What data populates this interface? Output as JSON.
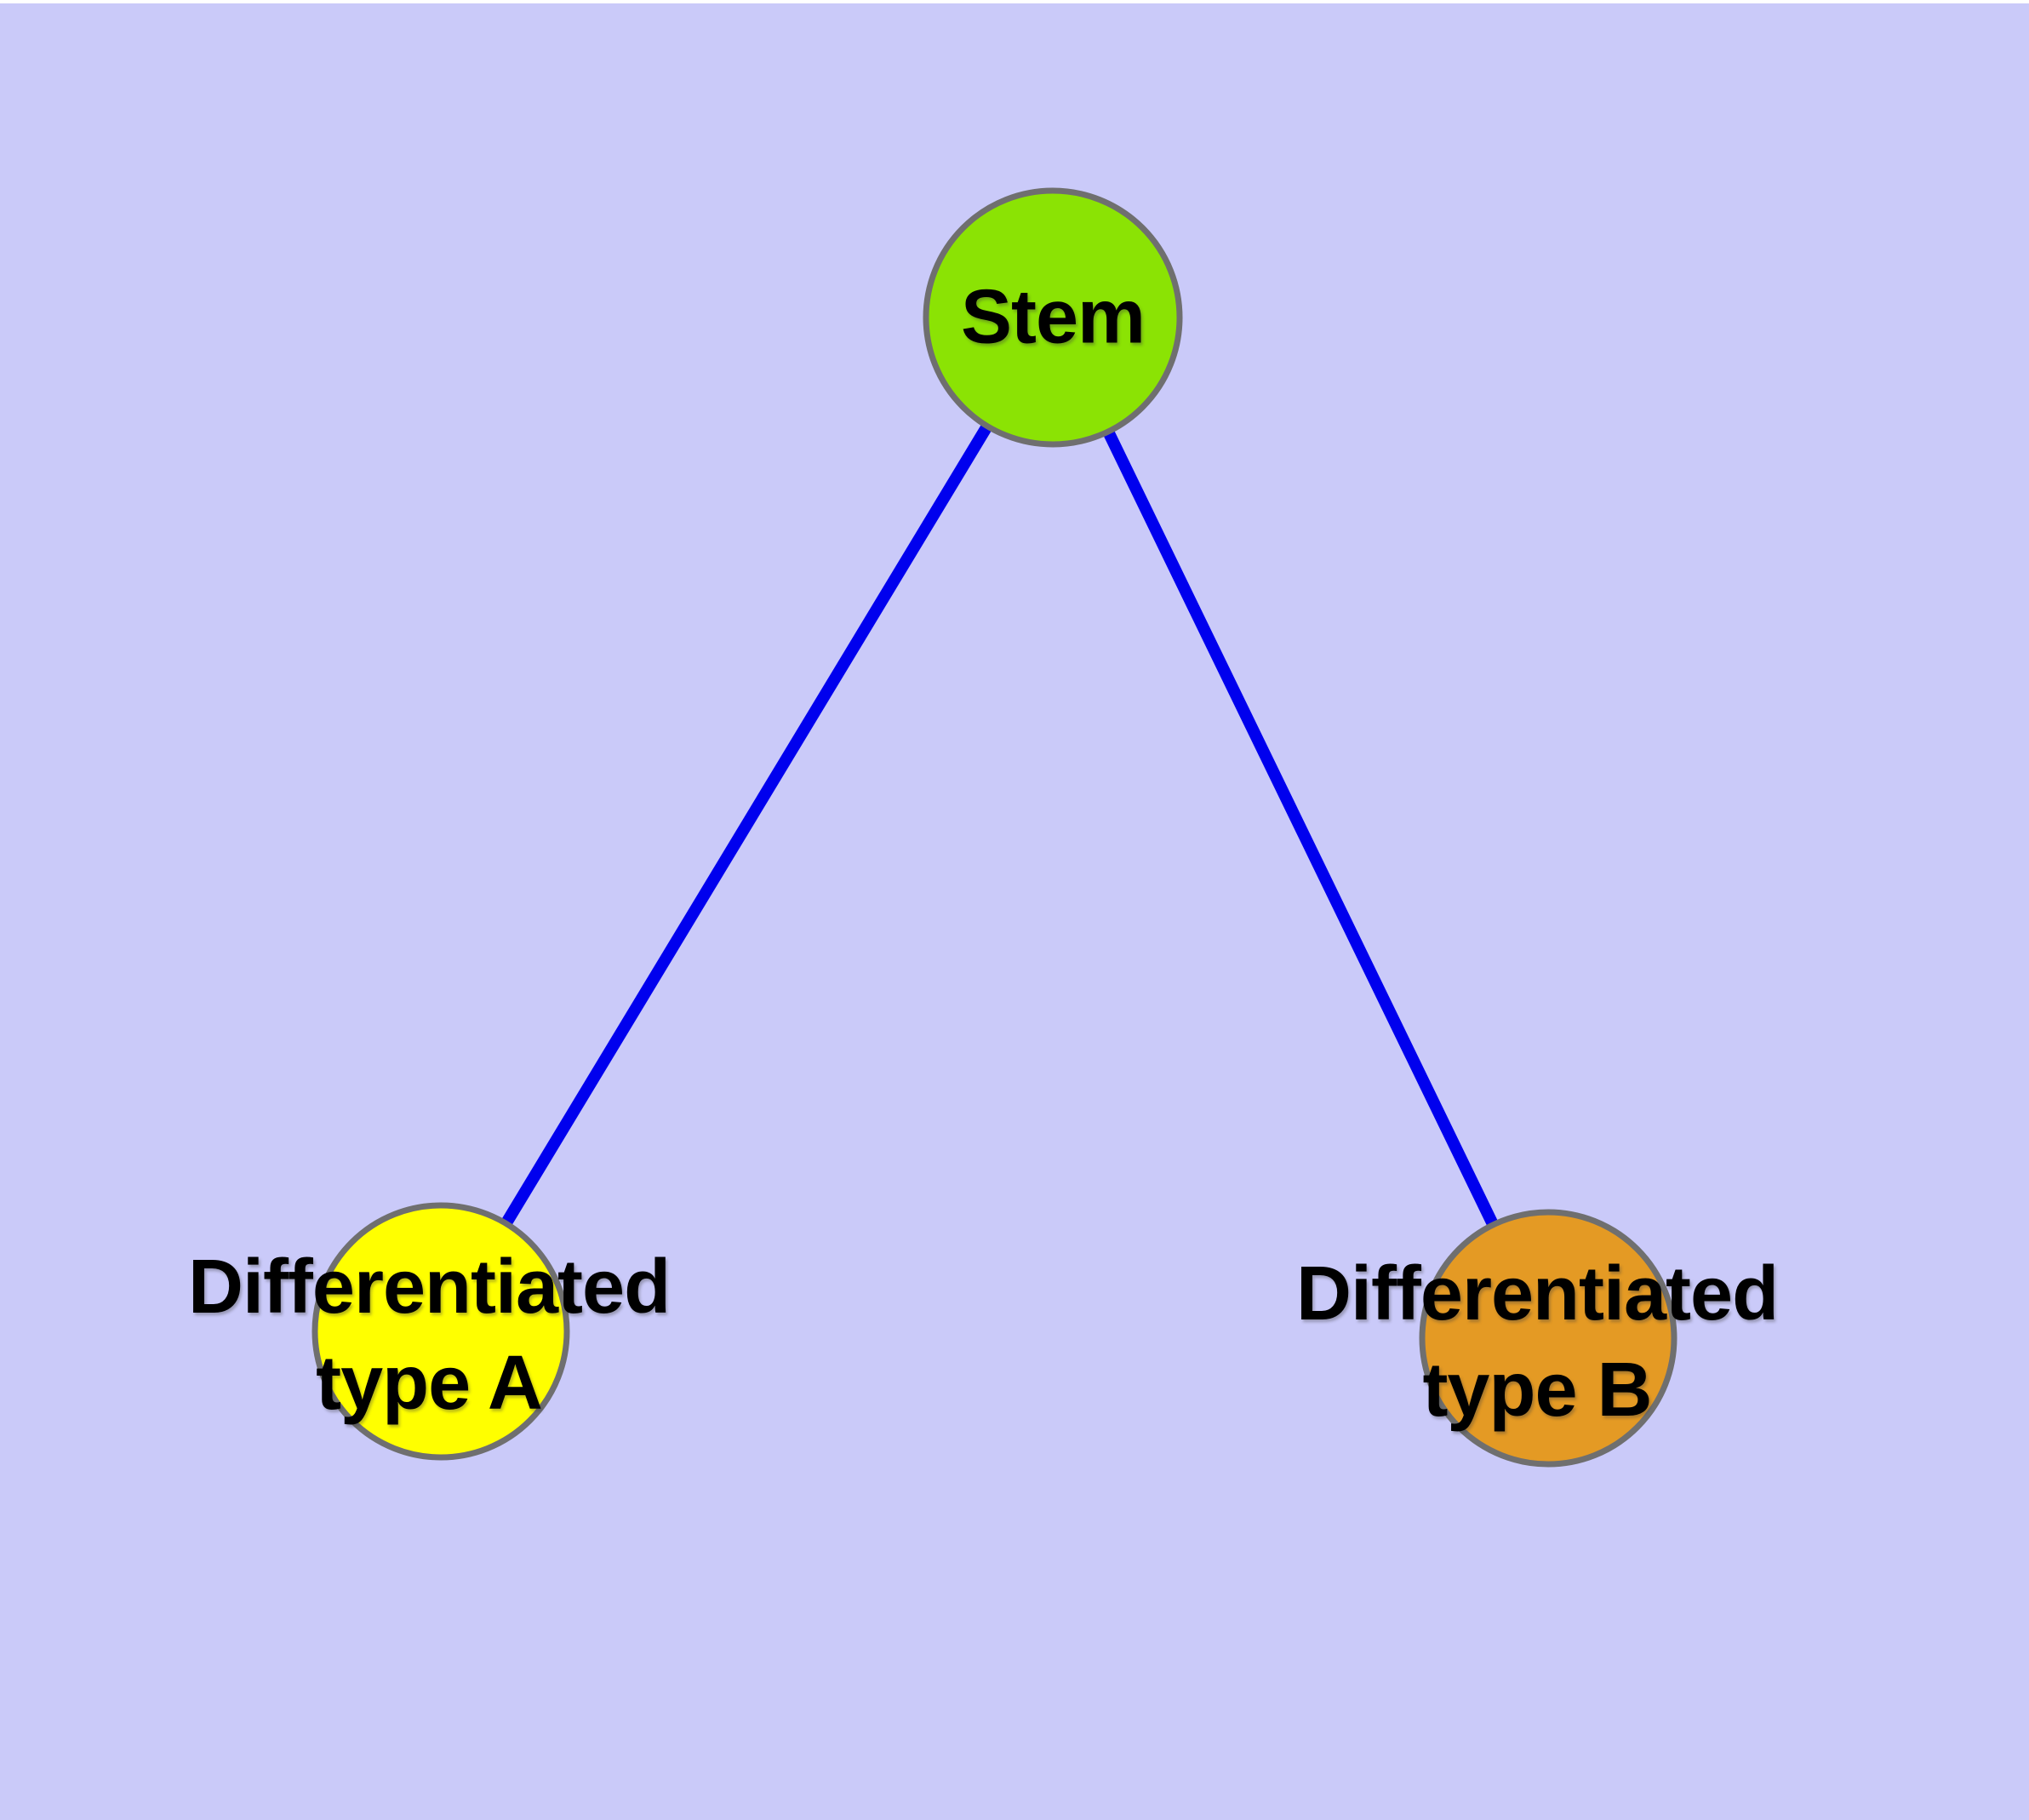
{
  "diagram": {
    "kind": "node-link-graph",
    "node_count": 3,
    "edge_count": 2
  },
  "colors": {
    "background": "#CACAF9",
    "top_margin": "#FFFFFF",
    "edge": "#0000EE",
    "node_border": "#6F6F6F",
    "label_text": "#000000"
  },
  "nodes": [
    {
      "id": "stem",
      "label": "Stem",
      "fill": "#8BE304"
    },
    {
      "id": "differentiated-type-a",
      "label": "Differentiated\ntype A",
      "fill": "#FFFF00"
    },
    {
      "id": "differentiated-type-b",
      "label": "Differentiated\ntype B",
      "fill": "#E49A24"
    }
  ],
  "edges": [
    {
      "from": "stem",
      "to": "differentiated-type-a"
    },
    {
      "from": "stem",
      "to": "differentiated-type-b"
    }
  ]
}
